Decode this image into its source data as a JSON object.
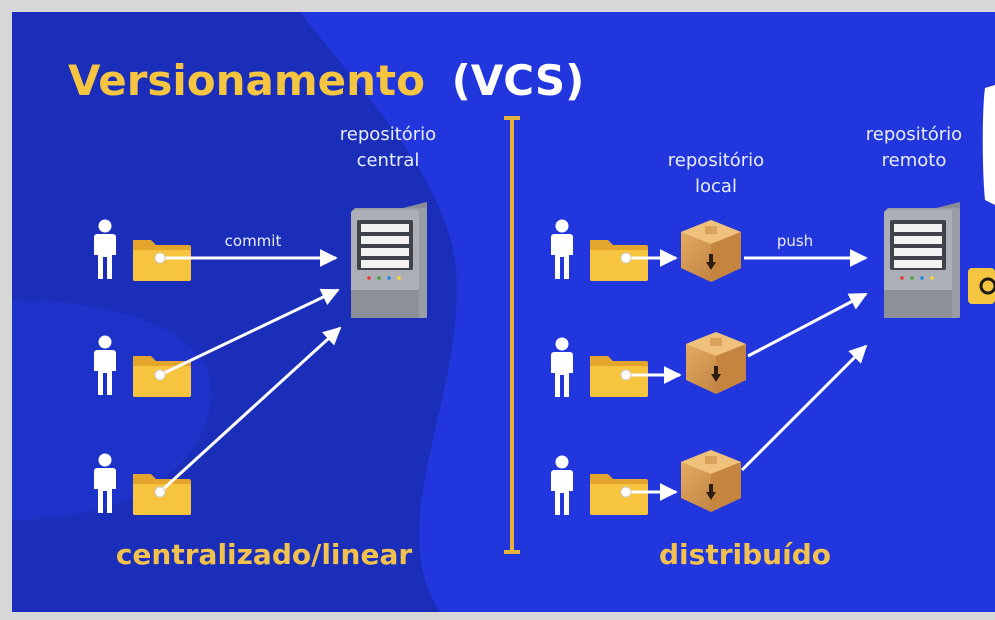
{
  "slide": {
    "title_word": "Versionamento",
    "title_acronym": "(VCS)",
    "colors": {
      "background": "#2136dc",
      "blob": "#1a2db5",
      "accent_yellow": "#f5c542",
      "divider": "#e9b13d",
      "text_light": "#e9edff",
      "arrow": "#ffffff"
    }
  },
  "centralized": {
    "server_label_line1": "repositório",
    "server_label_line2": "central",
    "commit_label": "commit",
    "caption": "centralizado/linear",
    "users": [
      "user",
      "user",
      "user"
    ]
  },
  "distributed": {
    "local_label_line1": "repositório",
    "local_label_line2": "local",
    "remote_label_line1": "repositório",
    "remote_label_line2": "remoto",
    "push_label": "push",
    "caption": "distribuído",
    "users": [
      "user",
      "user",
      "user"
    ]
  }
}
